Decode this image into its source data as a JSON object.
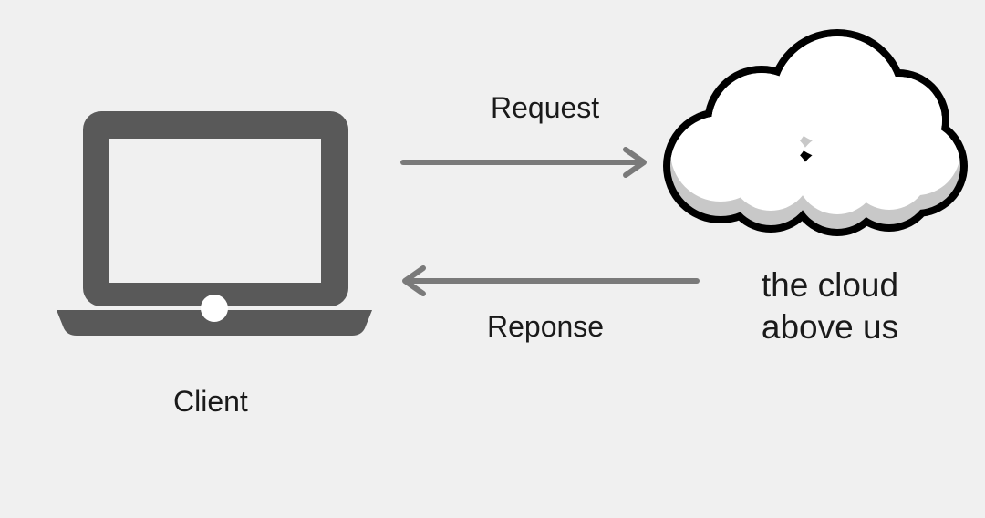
{
  "diagram": {
    "client_label": "Client",
    "request_label": "Request",
    "response_label": "Reponse",
    "cloud_label_lines": [
      "the cloud",
      "above us"
    ]
  },
  "colors": {
    "background": "#f0f0f0",
    "laptop": "#595959",
    "arrow": "#7a7a7a",
    "cloud_fill": "#ffffff",
    "cloud_shadow": "#c8c8c8",
    "cloud_outline": "#000000"
  },
  "icons": {
    "client": "laptop-icon",
    "server": "cloud-icon"
  }
}
